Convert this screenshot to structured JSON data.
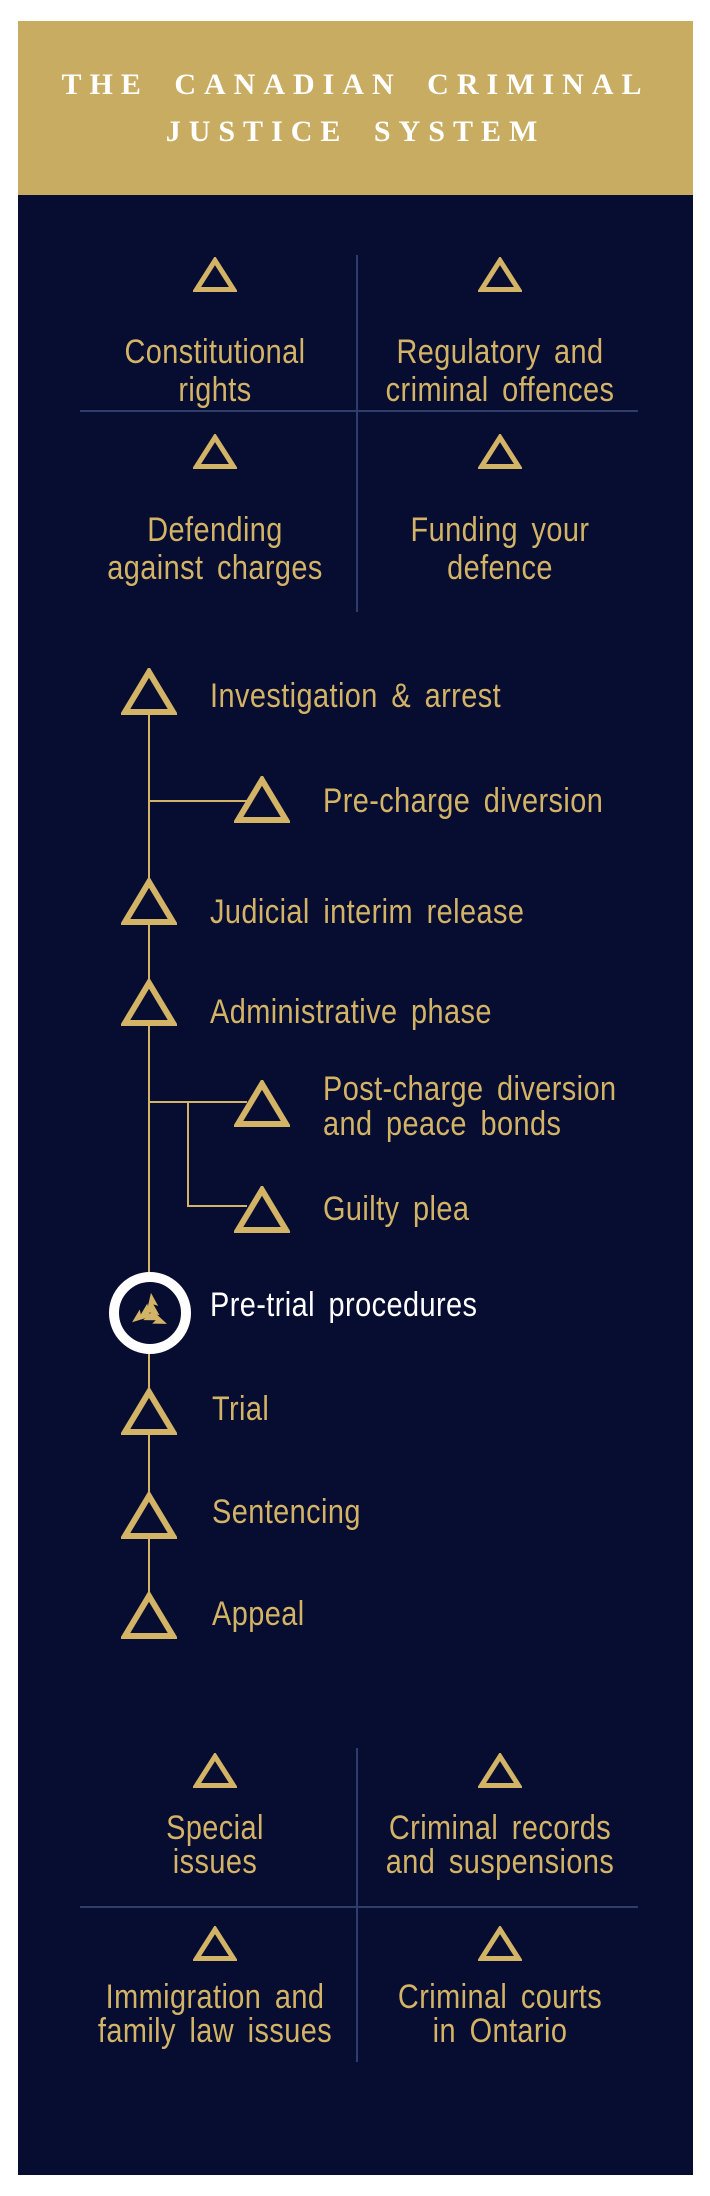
{
  "header": {
    "title_line1": "THE CANADIAN CRIMINAL",
    "title_line2": "JUSTICE SYSTEM"
  },
  "top_grid": {
    "cells": [
      {
        "lines": [
          "Constitutional",
          "rights"
        ]
      },
      {
        "lines": [
          "Regulatory and",
          "criminal offences"
        ]
      },
      {
        "lines": [
          "Defending",
          "against charges"
        ]
      },
      {
        "lines": [
          "Funding your",
          "defence"
        ]
      }
    ]
  },
  "timeline": {
    "items": [
      {
        "lines": [
          "Investigation & arrest"
        ],
        "branch": false,
        "current": false
      },
      {
        "lines": [
          "Pre-charge diversion"
        ],
        "branch": true,
        "current": false
      },
      {
        "lines": [
          "Judicial interim release"
        ],
        "branch": false,
        "current": false
      },
      {
        "lines": [
          "Administrative phase"
        ],
        "branch": false,
        "current": false
      },
      {
        "lines": [
          "Post-charge diversion",
          "and peace bonds"
        ],
        "branch": true,
        "current": false
      },
      {
        "lines": [
          "Guilty plea"
        ],
        "branch": true,
        "current": false
      },
      {
        "lines": [
          "Pre-trial procedures"
        ],
        "branch": false,
        "current": true
      },
      {
        "lines": [
          "Trial"
        ],
        "branch": false,
        "current": false
      },
      {
        "lines": [
          "Sentencing"
        ],
        "branch": false,
        "current": false
      },
      {
        "lines": [
          "Appeal"
        ],
        "branch": false,
        "current": false
      }
    ],
    "current_step": "Pre-trial procedures"
  },
  "bottom_grid": {
    "cells": [
      {
        "lines": [
          "Special",
          "issues"
        ]
      },
      {
        "lines": [
          "Criminal records",
          "and suspensions"
        ]
      },
      {
        "lines": [
          "Immigration and",
          "family law issues"
        ]
      },
      {
        "lines": [
          "Criminal courts",
          "in Ontario"
        ]
      }
    ]
  },
  "colors": {
    "gold-bg": "#c8ac62",
    "gold": "#d3b365",
    "navy": "#070d31",
    "divider": "#2e3d6b",
    "white": "#ffffff"
  }
}
